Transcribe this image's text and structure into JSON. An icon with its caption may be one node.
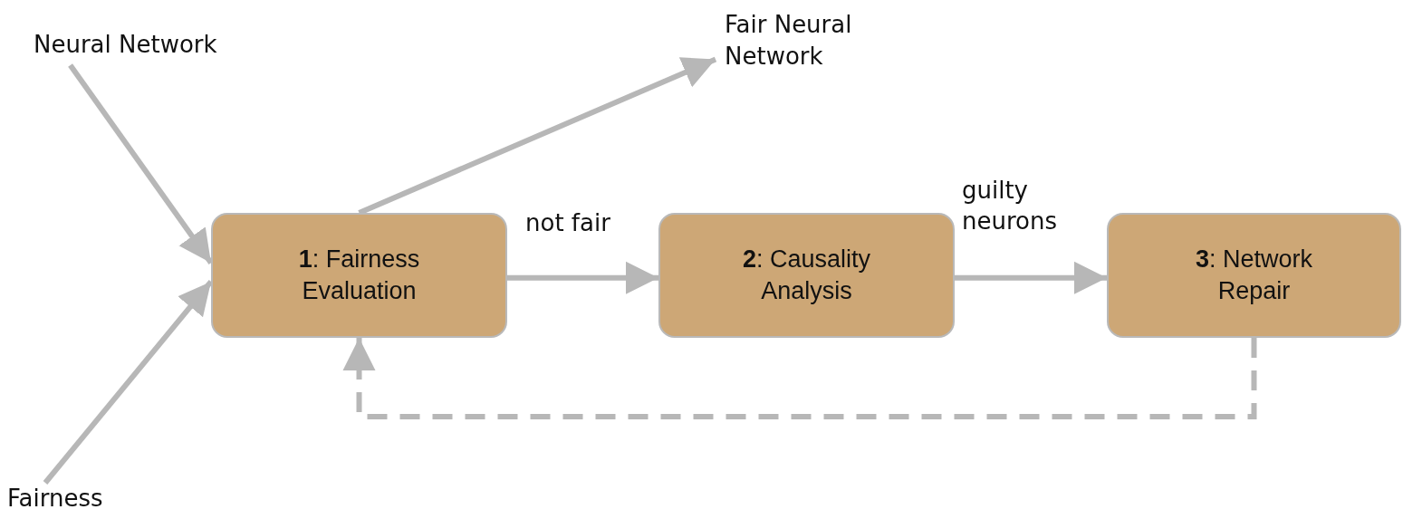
{
  "diagram": {
    "nodes": [
      {
        "text": [
          "Neural Network"
        ]
      },
      {
        "text": [
          "Fairness"
        ]
      },
      {
        "text": [
          "**1**: Fairness Evaluation"
        ]
      },
      {
        "text": [
          "Fair Neural Network"
        ]
      },
      {
        "text": [
          "**2**: Causality Analysis"
        ]
      },
      {
        "text": [
          "**3**: Network Repair"
        ]
      }
    ],
    "edges": [
      {
        "from": 0,
        "to": 2,
        "arrow": "to"
      },
      {
        "from": 1,
        "to": 2,
        "arrow": "to"
      },
      {
        "from": 2,
        "to": 3,
        "arrow": "to"
      },
      {
        "from": 2,
        "to": 4,
        "arrow": "to",
        "label": "not fair"
      },
      {
        "from": 4,
        "to": 5,
        "arrow": "to",
        "label": "guilty neurons"
      },
      {
        "from": 5,
        "to": 2,
        "arrow": "to",
        "style": "dashed"
      }
    ]
  }
}
